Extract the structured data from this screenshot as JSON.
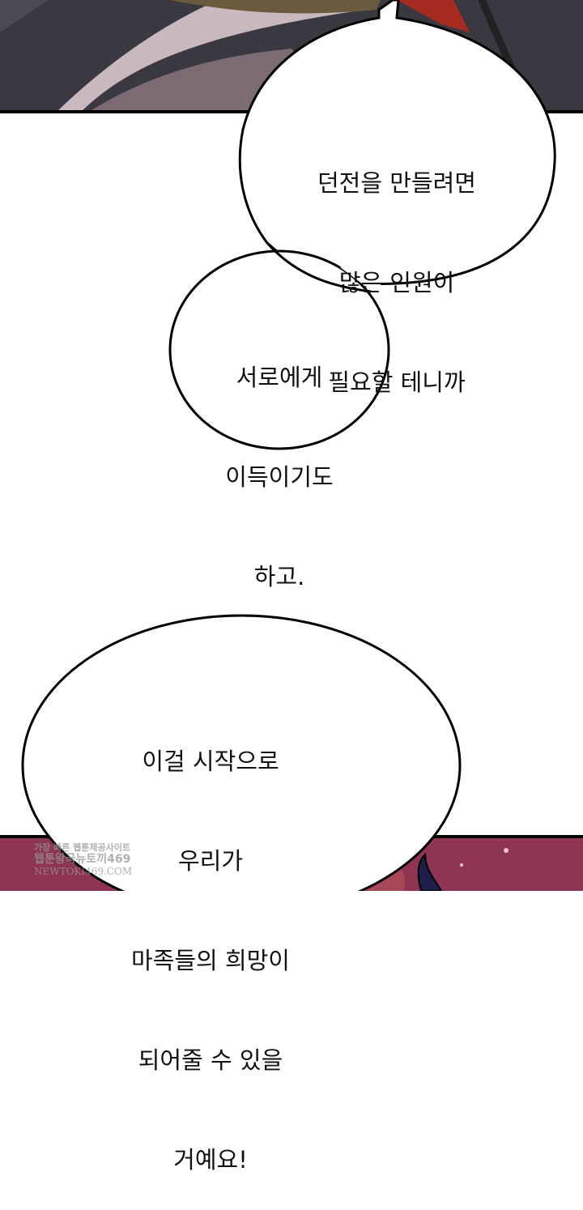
{
  "bubbles": [
    {
      "lines": [
        "던전을 만들려면",
        "많은 인원이",
        "필요할 테니까"
      ]
    },
    {
      "lines": [
        "서로에게",
        "이득이기도",
        "하고."
      ]
    },
    {
      "lines": [
        "이걸 시작으로",
        "우리가",
        "마족들의 희망이",
        "되어줄 수 있을",
        "거예요!"
      ]
    }
  ],
  "watermark": {
    "line1": "가장 빠른 웹툰제공사이트",
    "line2": "웹툰왕국뉴토끼469",
    "line3": "NEWTOKI469.COM"
  },
  "colors": {
    "top_panel": "#3a3942",
    "bottom_panel": "#8e3553",
    "bubble_fill": "#ffffff",
    "outline": "#000000"
  }
}
